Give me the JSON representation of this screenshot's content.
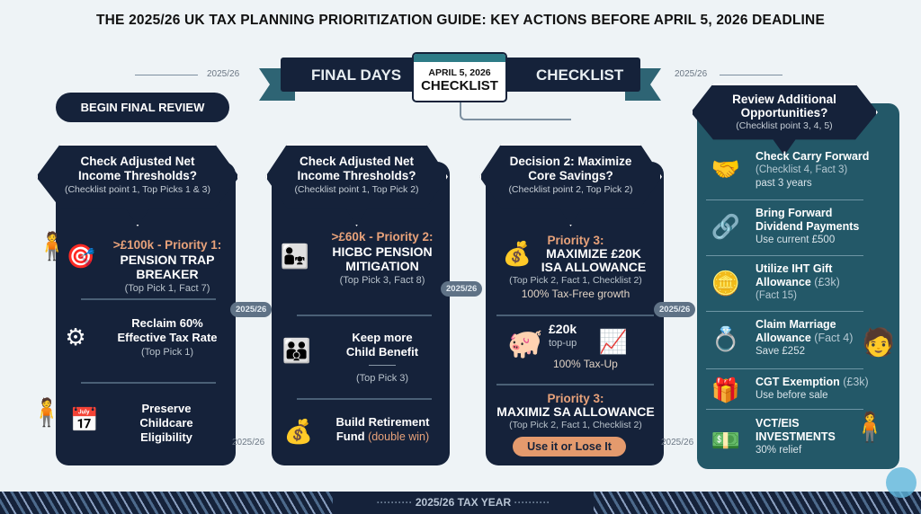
{
  "title": "THE 2025/26 UK TAX PLANNING PRIORITIZATION GUIDE: KEY ACTIONS BEFORE APRIL 5, 2026 DEADLINE",
  "banner": {
    "left": "FINAL DAYS",
    "right": "CHECKLIST",
    "calendar_date": "APRIL 5, 2026",
    "calendar_label": "CHECKLIST"
  },
  "year_label": "2025/26",
  "begin": "BEGIN FINAL REVIEW",
  "col1": {
    "title1": "Check Adjusted Net",
    "title2": "Income Thresholds?",
    "sub": "(Checklist point 1, Top Picks 1 & 3)",
    "i1": [
      ">£100k - Priority 1:",
      "PENSION TRAP",
      "BREAKER",
      "(Top Pick 1, Fact 7)"
    ],
    "i2": [
      "Reclaim 60%",
      "Effective Tax Rate",
      "(Top Pick 1)"
    ],
    "i3": [
      "Preserve",
      "Childcare",
      "Eligibility"
    ]
  },
  "col2": {
    "title1": "Check Adjusted Net",
    "title2": "Income Thresholds?",
    "sub": "(Checklist point 1, Top Pick 2)",
    "i1": [
      ">£60k - Priority 2:",
      "HICBC PENSION",
      "MITIGATION",
      "(Top Pick 3, Fact 8)"
    ],
    "i2": [
      "Keep more",
      "Child Benefit",
      "(Top Pick 3)"
    ],
    "i3": [
      "Build Retirement",
      "Fund",
      " (double win)"
    ]
  },
  "col3": {
    "title1": "Decision 2: Maximize",
    "title2": "Core Savings?",
    "sub": "(Checklist point 2, Top Pick 2)",
    "i1": [
      "Priority 3:",
      "MAXIMIZE £20K",
      "ISA ALLOWANCE",
      "(Top Pick 2, Fact 1, Checklist 2)",
      "100% Tax-Free growth"
    ],
    "i2": [
      "£20k",
      "top-up",
      "100% Tax-Up"
    ],
    "i3": [
      "Priority 3:",
      "MAXIMIZ SA ALLOWANCE",
      "(Top Pick 2, Fact 1, Checklist 2)"
    ],
    "button": "Use it or Lose It"
  },
  "col4": {
    "title1": "Review Additional",
    "title2": "Opportunities?",
    "sub": "(Checklist point 3, 4, 5)",
    "rows": [
      {
        "h": "Check Carry Forward",
        "a": "",
        "s1": "(Checklist 4, Fact 3)",
        "s2": "past 3 years",
        "icon": "handshake-icon"
      },
      {
        "h": "Bring Forward",
        "h2": "Dividend Payments",
        "s1": "Use current £500",
        "icon": "share-nodes-icon"
      },
      {
        "h": "Utilize IHT Gift",
        "h2": "Allowance",
        "a": " (£3k)",
        "s1": "(Fact 15)",
        "icon": "coins-icon"
      },
      {
        "h": "Claim Marriage",
        "h2": "Allowance",
        "a": " (Fact 4)",
        "s1": "Save £252",
        "icon": "rings-icon"
      },
      {
        "h": "CGT Exemption",
        "a": " (£3k)",
        "s1": "Use before sale",
        "icon": "gift-icon"
      },
      {
        "h": "VCT/EIS",
        "h2": "INVESTMENTS",
        "s1": "30% relief",
        "icon": "cash-stack-icon"
      }
    ]
  },
  "footer": "2025/26 TAX YEAR",
  "colors": {
    "navy": "#15223a",
    "teal": "#235868",
    "accent": "#e8a27a",
    "button": "#e49a6d"
  }
}
